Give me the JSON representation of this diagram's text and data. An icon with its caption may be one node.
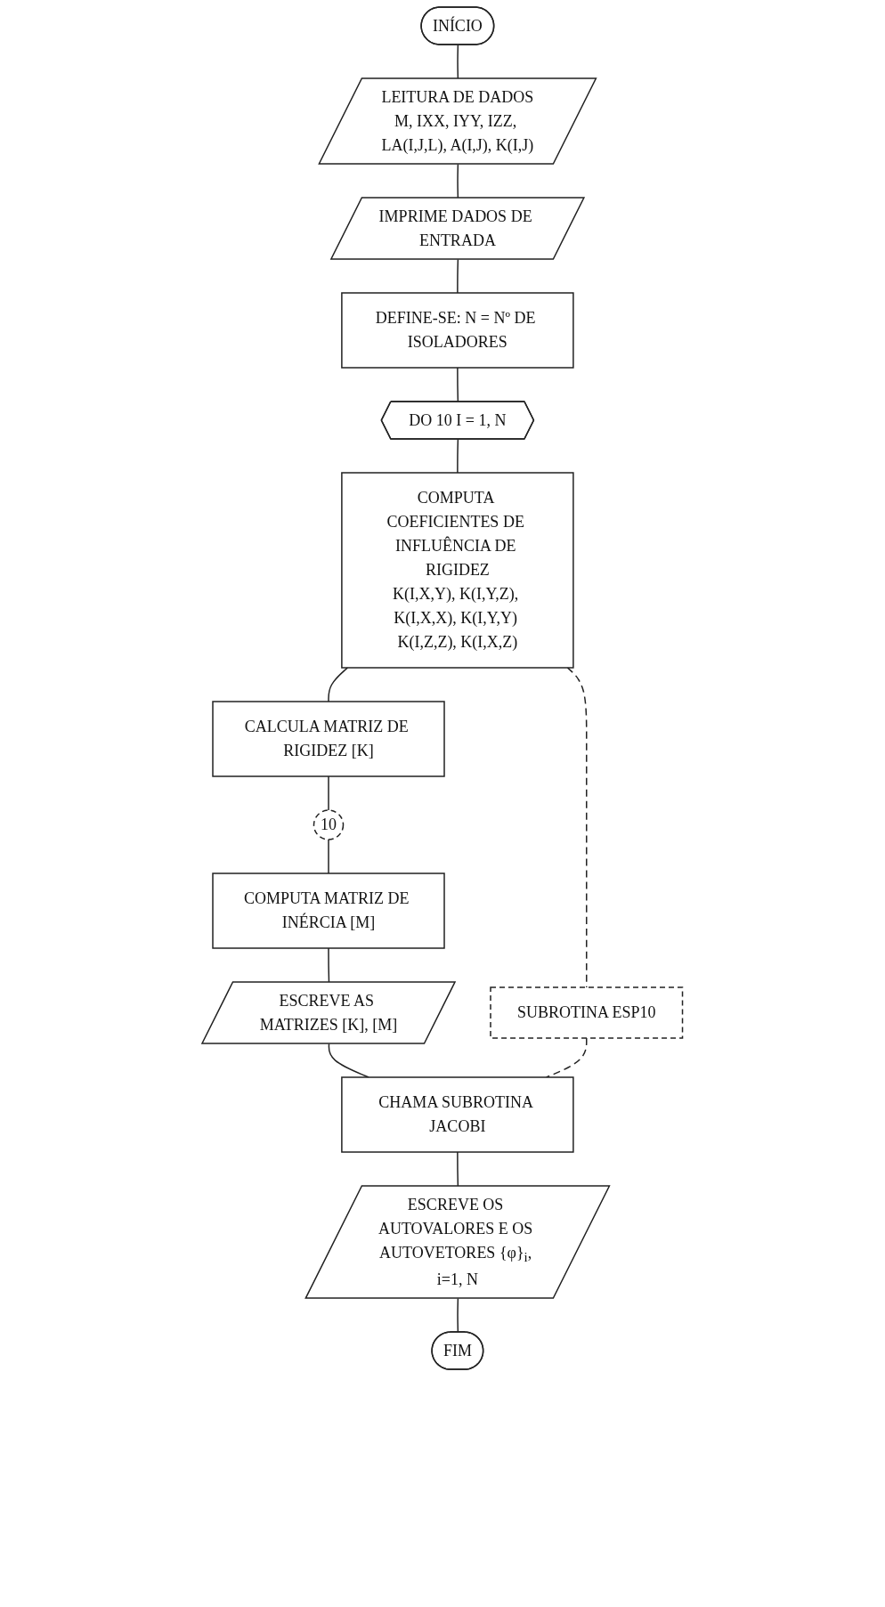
{
  "diagram": {
    "nodes": [
      {
        "text": [
          "INÍCIO"
        ]
      },
      {
        "text": [
          "LEITURA DE DADOS",
          "M, IXX, IYY, IZZ, LA(I,J,L), A(I,J), K(I,J)"
        ]
      },
      {
        "text": [
          "IMPRIME DADOS DE ENTRADA"
        ]
      },
      {
        "text": [
          "DEFINE-SE: N = Nº DE ISOLADORES"
        ]
      },
      {
        "text": [
          "DO 10 I = 1, N"
        ]
      },
      {
        "text": [
          "COMPUTA COEFICIENTES DE INFLUÊNCIA DE RIGIDEZ",
          "K(I,X,Y), K(I,Y,Z), K(I,X,X), K(I,Y,Y) K(I,Z,Z), K(I,X,Z)"
        ]
      },
      {
        "text": [
          "CALCULA MATRIZ DE RIGIDEZ [K]"
        ]
      },
      {
        "text": [
          "10"
        ]
      },
      {
        "text": [
          "COMPUTA MATRIZ DE INÉRCIA [M]"
        ]
      },
      {
        "text": [
          "ESCREVE AS MATRIZES [K], [M]"
        ]
      },
      {
        "text": [
          "CHAMA SUBROTINA JACOBI"
        ]
      },
      {
        "text": [
          "ESCREVE OS AUTOVALORES E OS AUTOVETORES {φ}$_{i}$, i=1, N"
        ]
      },
      {
        "text": [
          "FIM"
        ]
      },
      {
        "text": [
          "SUBROTINA ESP10"
        ]
      }
    ],
    "edges": [
      {
        "from": 0,
        "to": 1,
        "arrow": "none"
      },
      {
        "from": 1,
        "to": 2,
        "arrow": "none"
      },
      {
        "from": 2,
        "to": 3,
        "arrow": "none"
      },
      {
        "from": 3,
        "to": 4,
        "arrow": "none"
      },
      {
        "from": 4,
        "to": 5,
        "arrow": "none"
      },
      {
        "from": 5,
        "to": 6,
        "arrow": "none"
      },
      {
        "from": 6,
        "to": 7,
        "arrow": "none"
      },
      {
        "from": 7,
        "to": 8,
        "arrow": "none"
      },
      {
        "from": 8,
        "to": 9,
        "arrow": "none"
      },
      {
        "from": 9,
        "to": 10,
        "arrow": "none"
      },
      {
        "from": 10,
        "to": 11,
        "arrow": "none"
      },
      {
        "from": 11,
        "to": 12,
        "arrow": "none"
      },
      {
        "from": 5,
        "to": 13,
        "arrow": "none",
        "style": "dashed"
      },
      {
        "from": 13,
        "to": 10,
        "arrow": "none",
        "style": "dashed"
      }
    ]
  }
}
